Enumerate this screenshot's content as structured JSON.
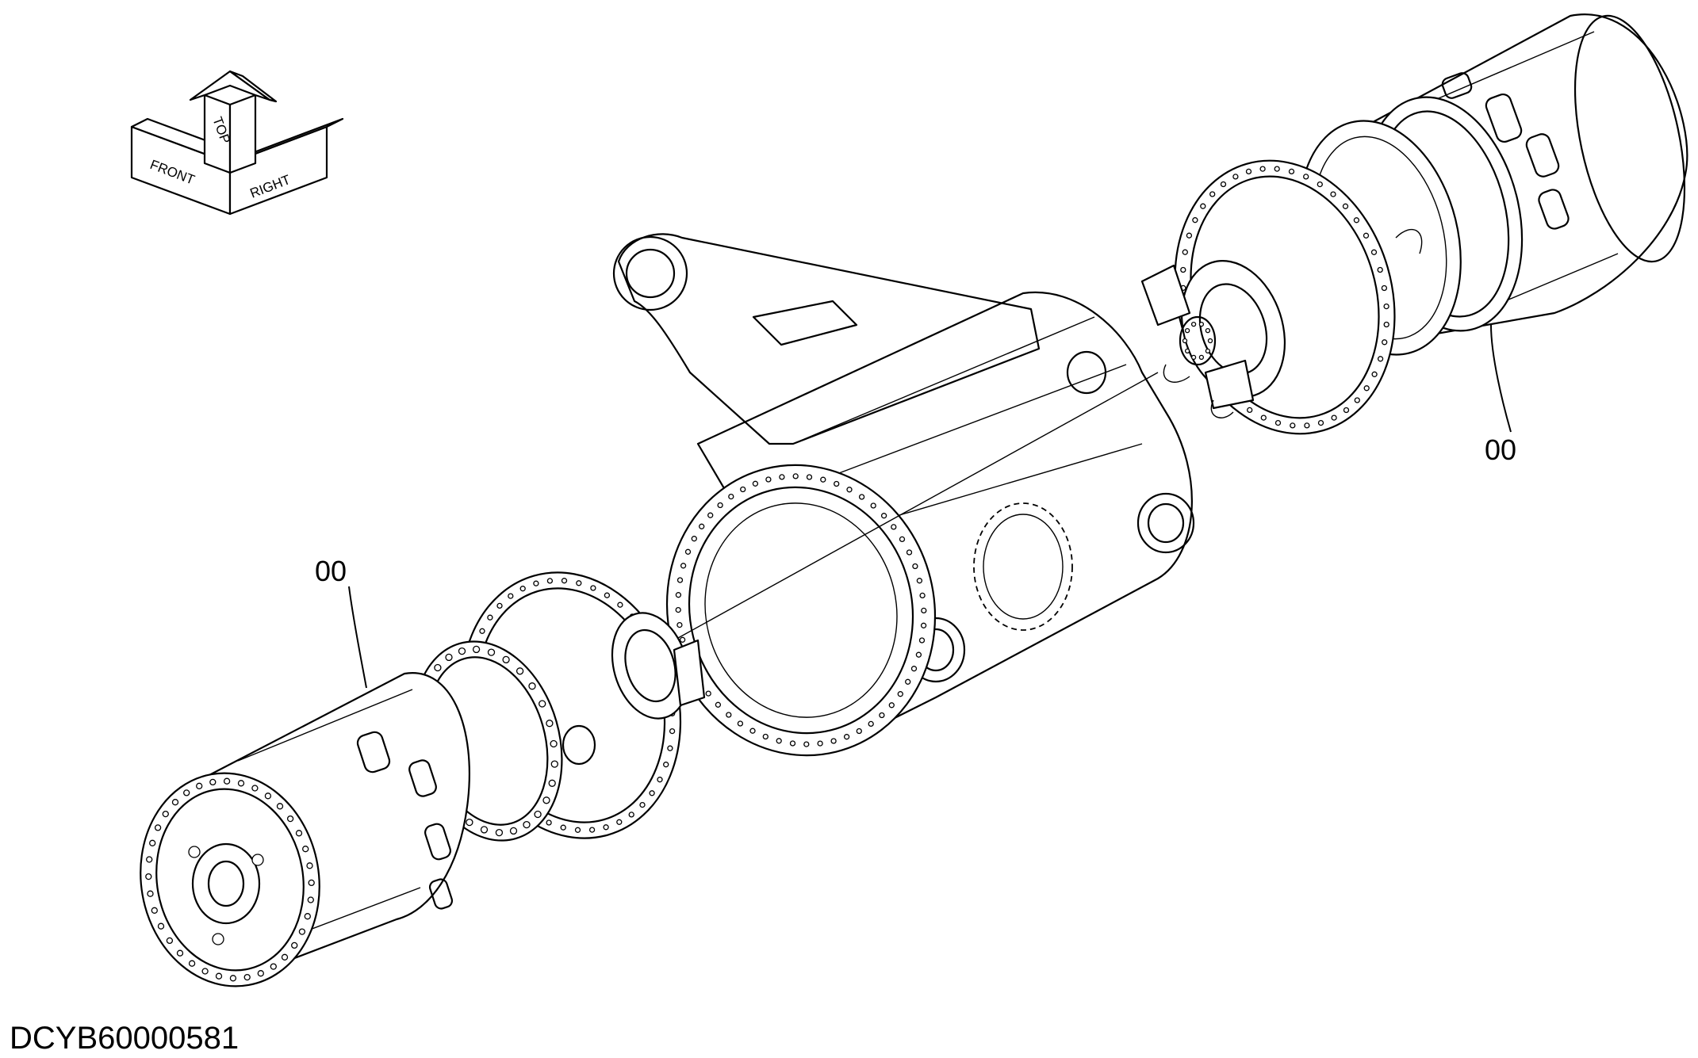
{
  "orientation_indicator": {
    "labels": [
      "FRONT",
      "TOP",
      "RIGHT"
    ]
  },
  "callouts": {
    "right_assembly_label": "00",
    "left_assembly_label": "00"
  },
  "figure_id": "DCYB60000581"
}
